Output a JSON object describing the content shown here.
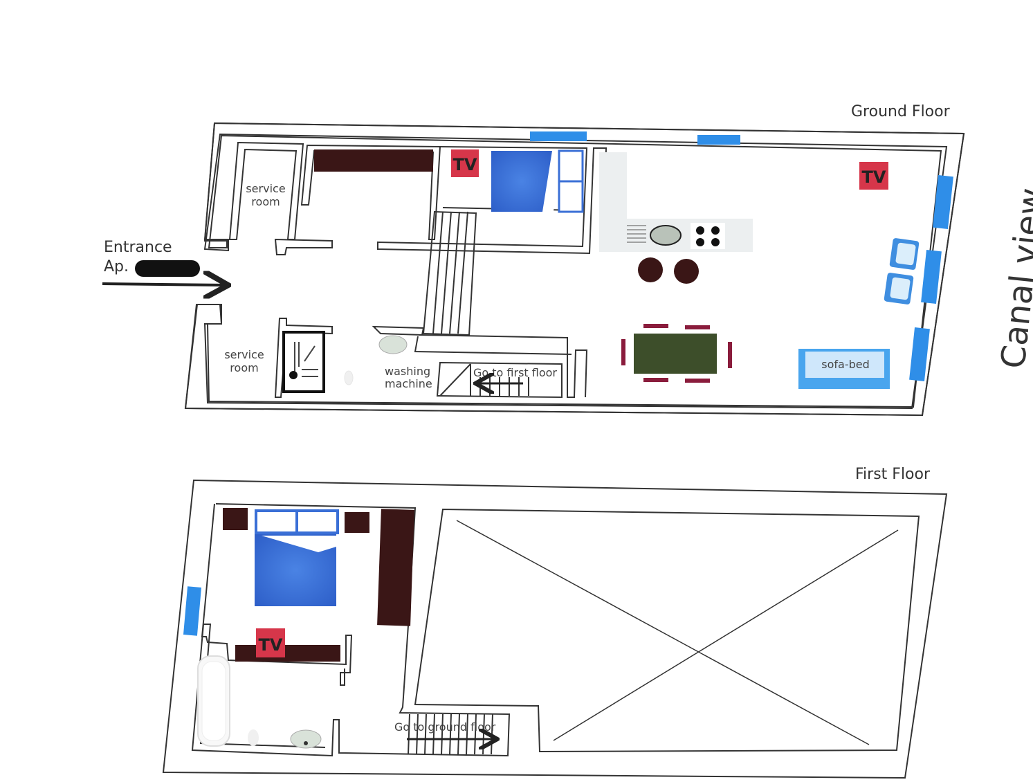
{
  "ground_floor": {
    "title": "Ground Floor",
    "entrance_label": "Entrance",
    "entrance_sub": "Ap.",
    "service_room_top_line1": "service",
    "service_room_top_line2": "room",
    "service_room_bottom_line1": "service",
    "service_room_bottom_line2": "room",
    "washing_line1": "washing",
    "washing_line2": "machine",
    "stairs_label": "Go to first floor",
    "tv_bedroom": "TV",
    "tv_living": "TV",
    "sofa_label": "sofa-bed"
  },
  "first_floor": {
    "title": "First Floor",
    "tv_label": "TV",
    "stairs_label": "Go to ground floor"
  },
  "canal_label": "Canal view",
  "colors": {
    "window": "#2f8ee8",
    "tv": "#d6364a",
    "bed": "#3a6fd6",
    "furniture_dark": "#3a1616",
    "table": "#3d4e2a",
    "chair": "#8a1c3c",
    "sofa": "#49a5ee",
    "wall": "#333333"
  }
}
